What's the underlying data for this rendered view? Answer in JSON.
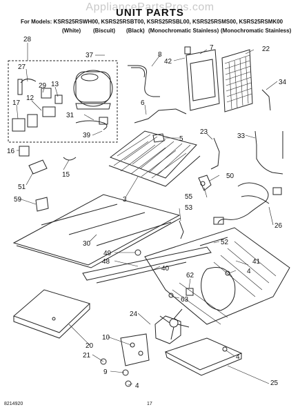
{
  "watermark": "AppliancePartsPros.com",
  "title": "UNIT PARTS",
  "models_line": "For Models: KSRS25RSWH00, KSRS25RSBT00, KSRS25RSBL00, KSRS25RSMS00, KSRS25RSMK00",
  "colors": [
    "(White)",
    "(Biscuit)",
    "(Black)",
    "(Monochromatic Stainless)",
    "(Monochromatic Stainless)"
  ],
  "callouts": [
    "28",
    "37",
    "8",
    "42",
    "7",
    "22",
    "27",
    "29",
    "13",
    "12",
    "17",
    "31",
    "39",
    "6",
    "5",
    "34",
    "16",
    "15",
    "51",
    "3",
    "23",
    "33",
    "50",
    "55",
    "59",
    "53",
    "30",
    "49",
    "48",
    "40",
    "52",
    "4",
    "41",
    "26",
    "62",
    "63",
    "24",
    "10",
    "20",
    "21",
    "9",
    "4",
    "25",
    "4"
  ],
  "footer": {
    "doc_number": "8214920",
    "page_number": "17"
  }
}
